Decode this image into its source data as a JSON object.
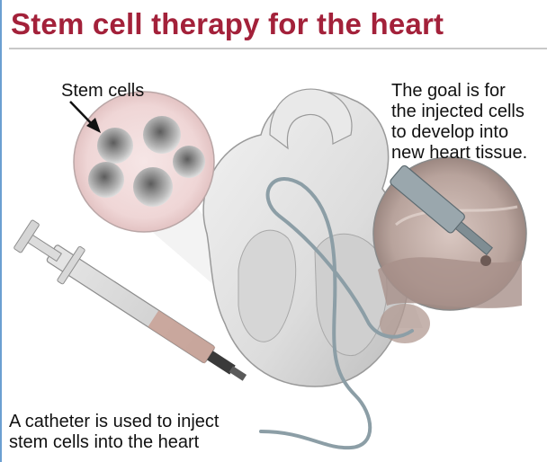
{
  "title": "Stem cell therapy for the heart",
  "labels": {
    "stem_cells": "Stem cells",
    "goal_lines": [
      "The goal is for",
      "the injected cells",
      "to develop into",
      "new heart tissue."
    ],
    "catheter_lines": [
      "A catheter is used to inject",
      "stem cells into the heart"
    ]
  },
  "colors": {
    "title": "#a3213a",
    "accent_rule": "#6b9fd1",
    "cell_bubble": "#f1dede",
    "tissue": "#c9b3ad"
  }
}
